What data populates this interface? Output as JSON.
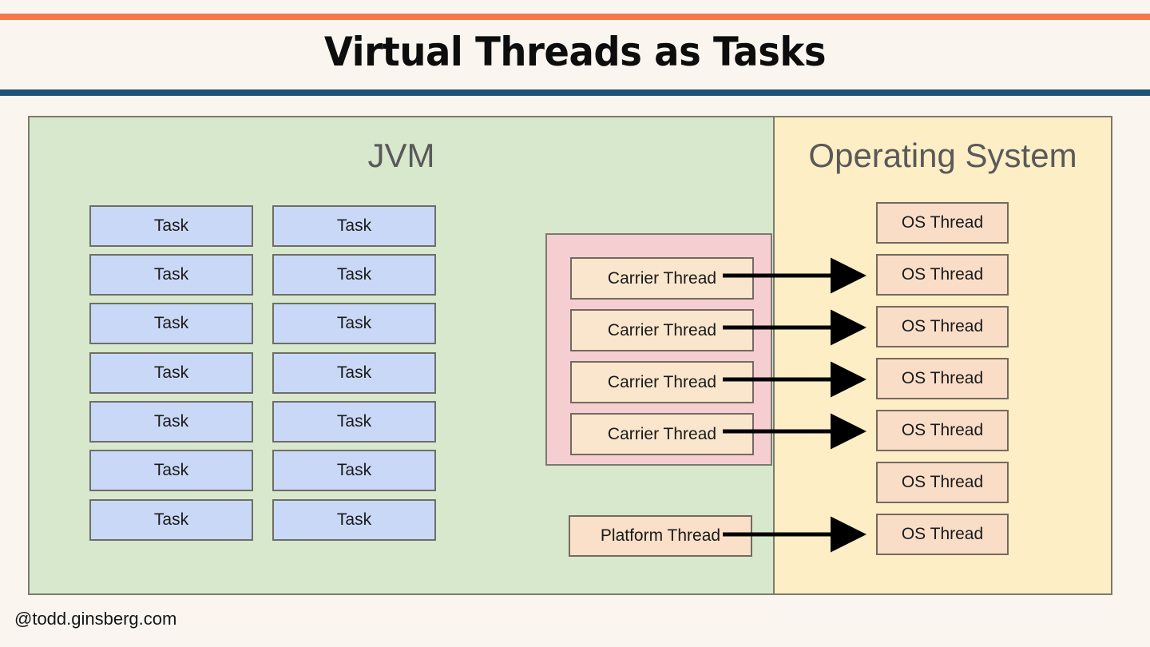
{
  "slide": {
    "title": "Virtual Threads as Tasks",
    "footer": "@todd.ginsberg.com",
    "accent_color": "#f4794b",
    "divider_color": "#1e5377",
    "background_color": "#faf6ef"
  },
  "diagram": {
    "jvm": {
      "title": "JVM",
      "background_color": "#d8e8cd",
      "task_label": "Task",
      "task_color": "#c9d8f6",
      "task_columns": [
        [
          "Task",
          "Task",
          "Task",
          "Task",
          "Task",
          "Task",
          "Task"
        ],
        [
          "Task",
          "Task",
          "Task",
          "Task",
          "Task",
          "Task",
          "Task"
        ]
      ],
      "carrier_pool": {
        "background_color": "#f5ced2",
        "threads": [
          "Carrier Thread",
          "Carrier Thread",
          "Carrier Thread",
          "Carrier Thread"
        ],
        "thread_color": "#fae6cd"
      },
      "platform_thread": {
        "label": "Platform Thread",
        "color": "#fae0c8"
      }
    },
    "os": {
      "title": "Operating System",
      "background_color": "#fdeec5",
      "thread_color": "#f9ddc7",
      "threads": [
        "OS Thread",
        "OS Thread",
        "OS Thread",
        "OS Thread",
        "OS Thread",
        "OS Thread",
        "OS Thread"
      ]
    },
    "connections": [
      {
        "from": "carrier-thread-1",
        "to": "os-thread-2"
      },
      {
        "from": "carrier-thread-2",
        "to": "os-thread-3"
      },
      {
        "from": "carrier-thread-3",
        "to": "os-thread-4"
      },
      {
        "from": "carrier-thread-4",
        "to": "os-thread-5"
      },
      {
        "from": "platform-thread",
        "to": "os-thread-7"
      }
    ]
  }
}
